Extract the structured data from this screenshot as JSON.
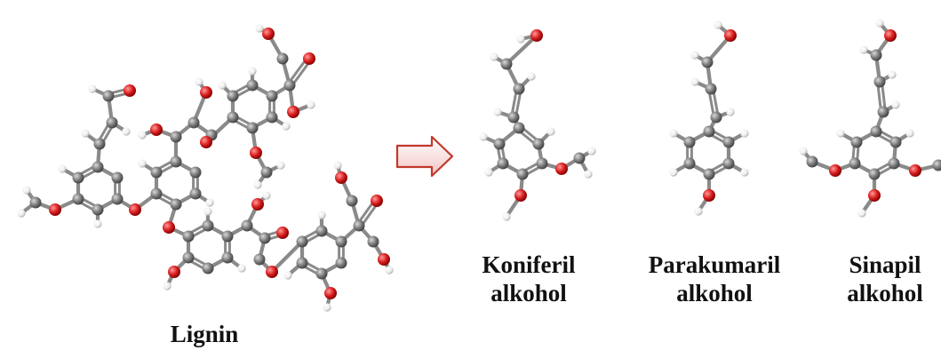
{
  "colors": {
    "carbon": "#7b7b7b",
    "oxygen": "#d81c1c",
    "hydrogen": "#f2f2f2",
    "bond": "#8a8a8a",
    "arrow_fill": "#fbe3e3",
    "arrow_stroke": "#c0392b"
  },
  "labels": {
    "lignin": "Lignin",
    "koniferil_line1": "Koniferil",
    "koniferil_line2": "alkohol",
    "parakumaril_line1": "Parakumaril",
    "parakumaril_line2": "alkohol",
    "sinapil_line1": "Sinapil",
    "sinapil_line2": "alkohol"
  },
  "icons": {
    "arrow": "right-hollow-arrow-icon"
  }
}
